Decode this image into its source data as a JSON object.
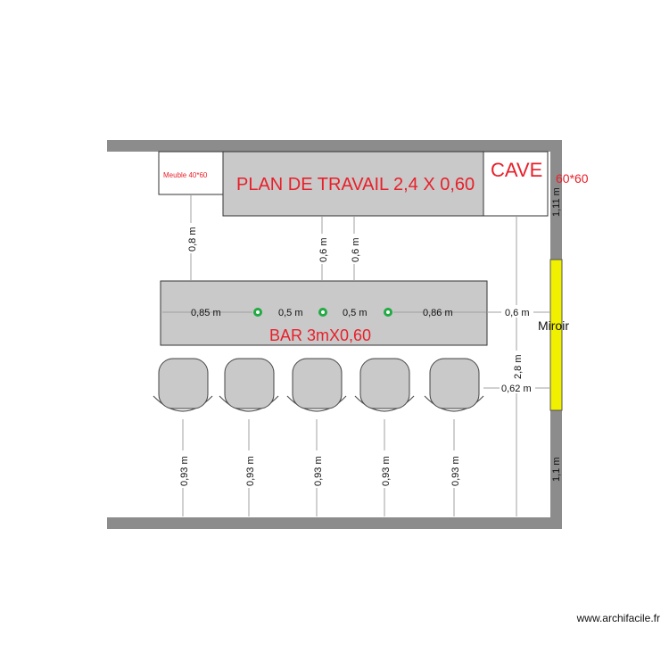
{
  "labels": {
    "meuble": "Meuble 40*60",
    "plan_travail": "PLAN DE TRAVAIL 2,4 X 0,60",
    "cave": "CAVE",
    "cave_size": "60*60",
    "bar": "BAR 3mX0,60",
    "miroir": "Miroir"
  },
  "dimensions": {
    "meuble_to_bar": "0,8 m",
    "plan_to_bar_1": "0,6 m",
    "plan_to_bar_2": "0,6 m",
    "bar_left": "0,85 m",
    "bar_mid_1": "0,5 m",
    "bar_mid_2": "0,5 m",
    "bar_right": "0,86 m",
    "bar_to_wall": "0,6 m",
    "cave_to_wall": "2,8 m",
    "stool_to_miroir": "0,62 m",
    "right_top": "1,11 m",
    "right_bottom": "1,1 m",
    "stool_to_wall": [
      "0,93 m",
      "0,93 m",
      "0,93 m",
      "0,93 m",
      "0,93 m"
    ]
  },
  "watermark": "www.archifacile.fr",
  "colors": {
    "wall": "#8c8c8c",
    "furniture": "#c9c9c9",
    "text_red": "#e8202a",
    "miroir": "#f0f000",
    "dim_line": "#a0a0a0",
    "marker": "#22aa44"
  }
}
